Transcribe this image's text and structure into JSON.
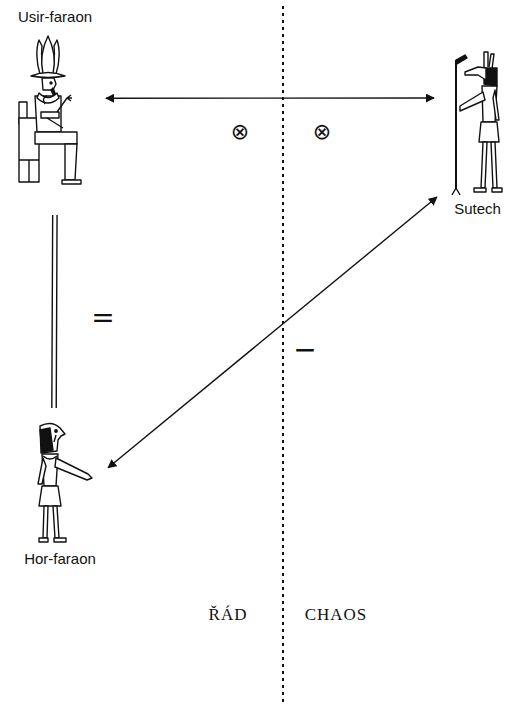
{
  "diagram": {
    "nodes": [
      {
        "text": [
          "Usir-faraon"
        ]
      },
      {
        "text": [
          "Sutech"
        ]
      },
      {
        "text": [
          "Hor-faraon"
        ]
      }
    ],
    "edges": [
      {
        "from": 0,
        "to": 1,
        "arrow": "both"
      },
      {
        "from": 0,
        "to": 2,
        "label": "=",
        "arrow": "none"
      },
      {
        "from": 2,
        "to": 1,
        "label": "−",
        "arrow": "both"
      }
    ],
    "labels": [
      "⊗",
      "⊗",
      "ŘÁD",
      "CHAOS"
    ]
  }
}
